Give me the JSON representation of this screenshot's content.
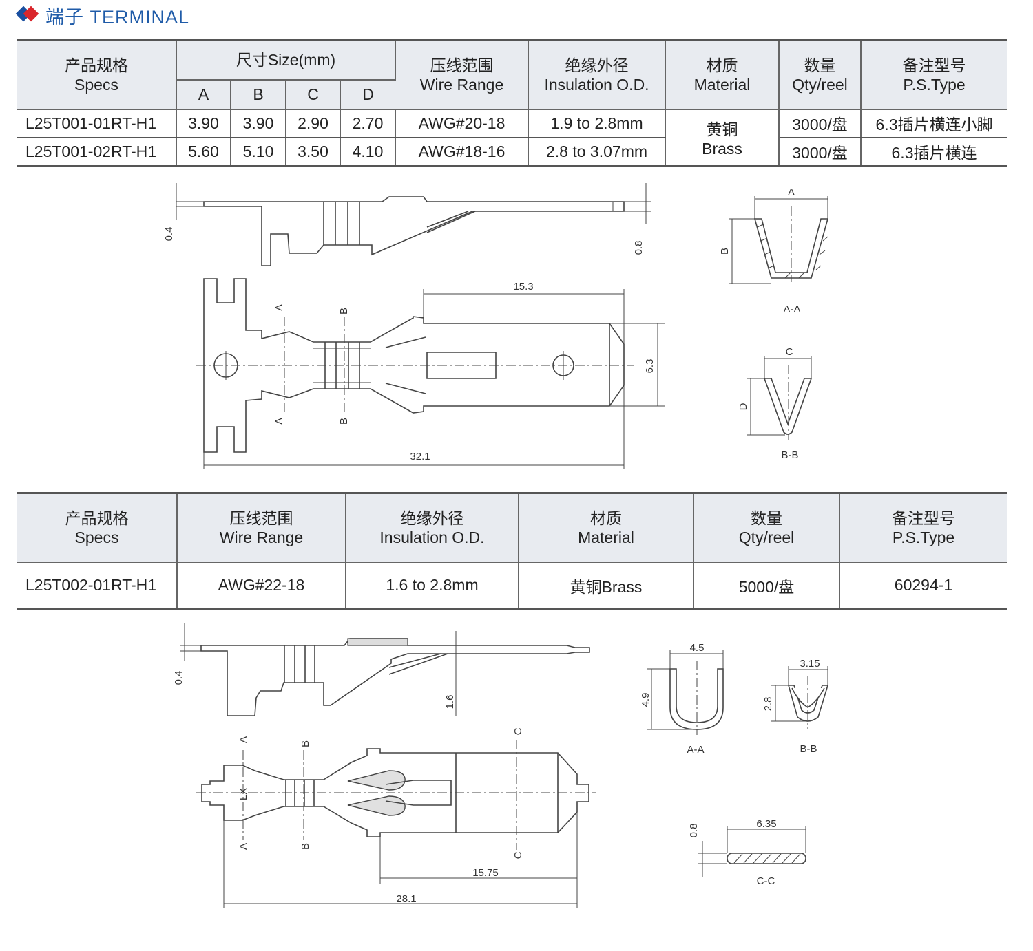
{
  "header": {
    "title": "端子 TERMINAL"
  },
  "table1": {
    "headers": {
      "specs": [
        "产品规格",
        "Specs"
      ],
      "size": "尺寸Size(mm)",
      "size_cols": [
        "A",
        "B",
        "C",
        "D"
      ],
      "wire": [
        "压线范围",
        "Wire Range"
      ],
      "insul": [
        "绝缘外径",
        "Insulation O.D."
      ],
      "material": [
        "材质",
        "Material"
      ],
      "qty": [
        "数量",
        "Qty/reel"
      ],
      "type": [
        "备注型号",
        "P.S.Type"
      ]
    },
    "rows": [
      {
        "spec": "L25T001-01RT-H1",
        "a": "3.90",
        "b": "3.90",
        "c": "2.90",
        "d": "2.70",
        "wire": "AWG#20-18",
        "insul": "1.9 to 2.8mm",
        "qty": "3000/盘",
        "type": "6.3插片横连小脚"
      },
      {
        "spec": "L25T001-02RT-H1",
        "a": "5.60",
        "b": "5.10",
        "c": "3.50",
        "d": "4.10",
        "wire": "AWG#18-16",
        "insul": "2.8 to 3.07mm",
        "qty": "3000/盘",
        "type": "6.3插片横连"
      }
    ],
    "material": [
      "黄铜",
      "Brass"
    ]
  },
  "table2": {
    "headers": {
      "specs": [
        "产品规格",
        "Specs"
      ],
      "wire": [
        "压线范围",
        "Wire Range"
      ],
      "insul": [
        "绝缘外径",
        "Insulation O.D."
      ],
      "material": [
        "材质",
        "Material"
      ],
      "qty": [
        "数量",
        "Qty/reel"
      ],
      "type": [
        "备注型号",
        "P.S.Type"
      ]
    },
    "row": {
      "spec": "L25T002-01RT-H1",
      "wire": "AWG#22-18",
      "insul": "1.6 to 2.8mm",
      "material": "黄铜Brass",
      "qty": "5000/盘",
      "type": "60294-1"
    }
  },
  "drawing1": {
    "dims": {
      "d04": "0.4",
      "d08": "0.8",
      "d153": "15.3",
      "d63": "6.3",
      "d321": "32.1"
    },
    "marks": {
      "a": "A",
      "b": "B",
      "c": "C",
      "d": "D"
    },
    "captions": {
      "aa": "A-A",
      "bb": "B-B"
    }
  },
  "drawing2": {
    "dims": {
      "d04": "0.4",
      "d16": "1.6",
      "d1575": "15.75",
      "d281": "28.1",
      "d45": "4.5",
      "d49": "4.9",
      "d315": "3.15",
      "d28": "2.8",
      "d08": "0.8",
      "d635": "6.35"
    },
    "marks": {
      "a": "A",
      "b": "B",
      "c": "C",
      "lx": "LX"
    },
    "captions": {
      "aa": "A-A",
      "bb": "B-B",
      "cc": "C-C"
    }
  }
}
